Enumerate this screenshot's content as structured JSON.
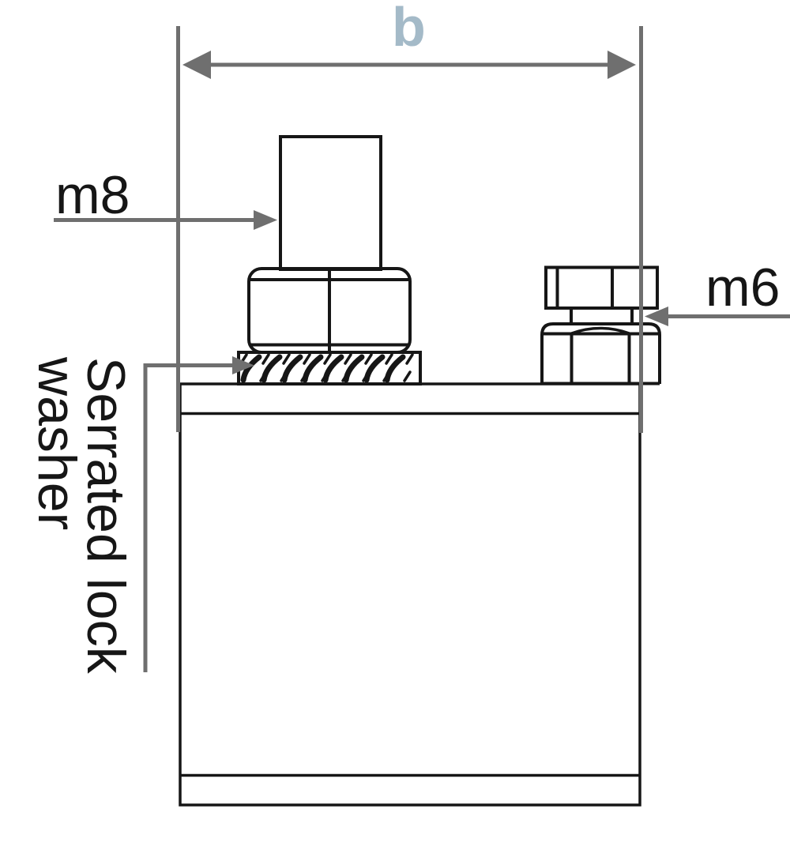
{
  "diagram": {
    "labels": {
      "dimension_b": "b",
      "bolt_m8": "m8",
      "bolt_m6": "m6",
      "washer": "Serrated lock\nwasher"
    }
  },
  "colors": {
    "accent": "#a4bac8",
    "line-gray": "#6f6f6f",
    "line-black": "#161616",
    "background": "#ffffff"
  }
}
